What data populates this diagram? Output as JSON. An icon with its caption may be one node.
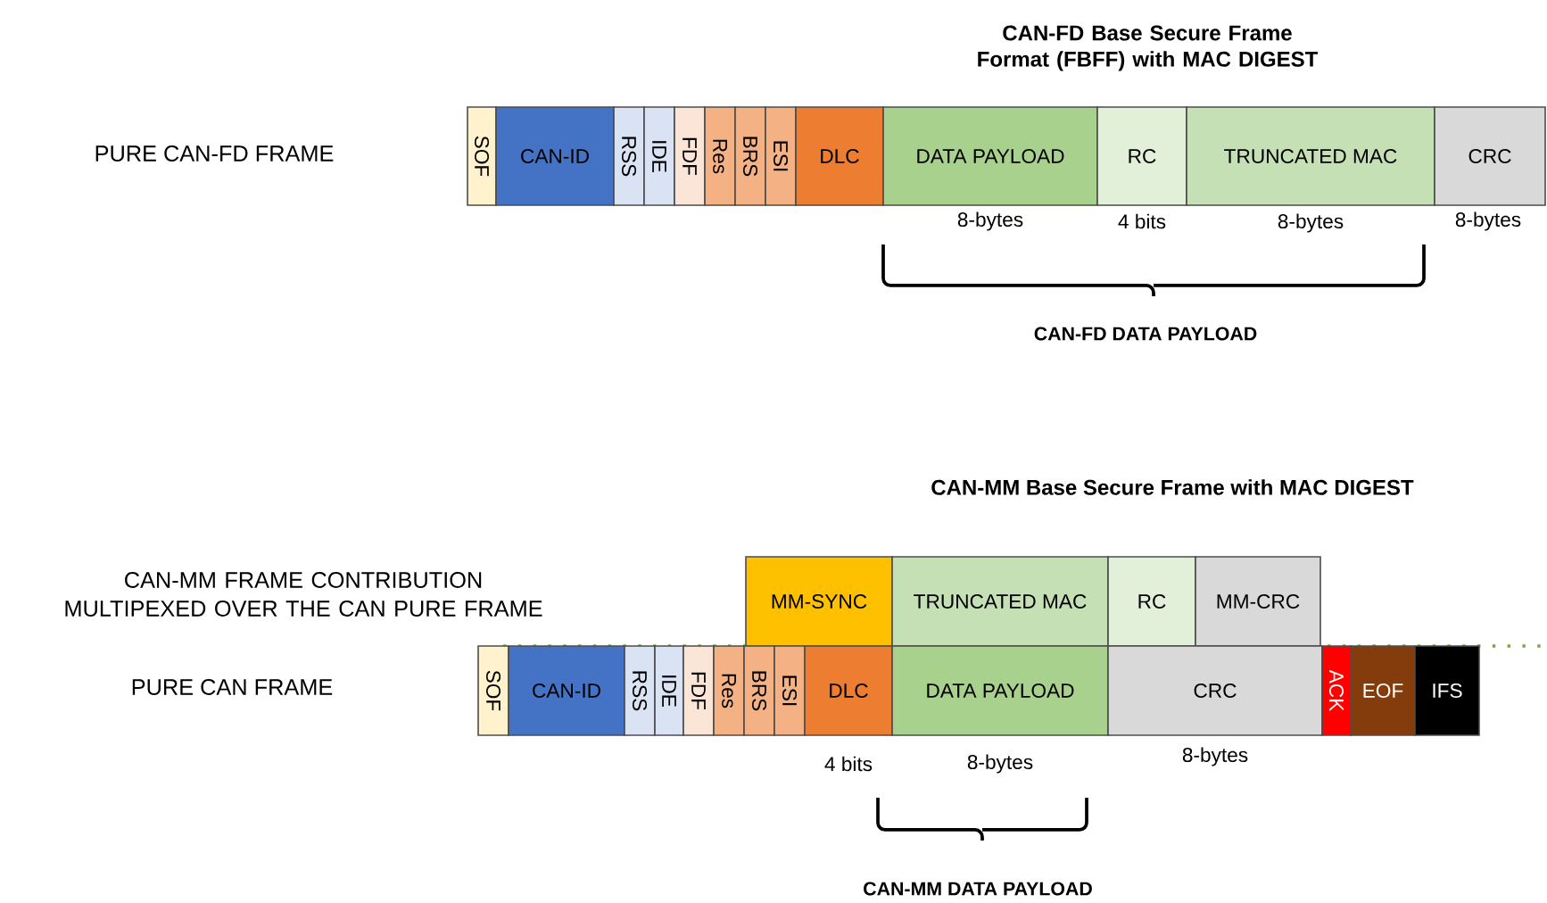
{
  "diagram": {
    "title": "CAN-FD Base Secure Frame Format (FBFF) with MAC DIGEST",
    "nodes": [
      {
        "text": [
          "SOF"
        ]
      },
      {
        "text": [
          "CAN-ID"
        ]
      },
      {
        "text": [
          "RSS"
        ]
      },
      {
        "text": [
          "IDE"
        ]
      },
      {
        "text": [
          "FDF"
        ]
      },
      {
        "text": [
          "Res"
        ]
      },
      {
        "text": [
          "BRS"
        ]
      },
      {
        "text": [
          "ESI"
        ]
      },
      {
        "text": [
          "DLC"
        ]
      },
      {
        "text": [
          "DATA PAYLOAD"
        ],
        "beside": [
          "8-bytes"
        ]
      },
      {
        "text": [
          "RC"
        ],
        "beside": [
          "4 bits"
        ]
      },
      {
        "text": [
          "TRUNCATED MAC"
        ],
        "beside": [
          "8-bytes"
        ]
      },
      {
        "text": [
          "CRC"
        ],
        "beside": [
          "8-bytes"
        ]
      },
      {
        "text": [
          "MM-SYNC"
        ]
      },
      {
        "text": [
          "TRUNCATED MAC"
        ]
      },
      {
        "text": [
          "RC"
        ]
      },
      {
        "text": [
          "MM-CRC"
        ]
      },
      {
        "text": [
          "SOF"
        ]
      },
      {
        "text": [
          "CAN-ID"
        ]
      },
      {
        "text": [
          "RSS"
        ]
      },
      {
        "text": [
          "IDE"
        ]
      },
      {
        "text": [
          "FDF"
        ]
      },
      {
        "text": [
          "Res"
        ]
      },
      {
        "text": [
          "BRS"
        ]
      },
      {
        "text": [
          "ESI"
        ]
      },
      {
        "text": [
          "DLC"
        ],
        "beside": [
          "4 bits"
        ]
      },
      {
        "text": [
          "DATA PAYLOAD"
        ],
        "beside": [
          "8-bytes"
        ]
      },
      {
        "text": [
          "CRC"
        ],
        "beside": [
          "8-bytes"
        ]
      },
      {
        "text": [
          "ACK"
        ]
      },
      {
        "text": [
          "EOF"
        ]
      },
      {
        "text": [
          "IFS"
        ]
      }
    ],
    "labels": [
      "PURE CAN-FD FRAME",
      "CAN-FD DATA PAYLOAD",
      "CAN-MM Base Secure Frame with MAC DIGEST",
      "CAN-MM FRAME CONTRIBUTION MULTIPEXED OVER THE CAN PURE FRAME",
      "PURE CAN FRAME",
      "CAN-MM DATA PAYLOAD"
    ]
  }
}
